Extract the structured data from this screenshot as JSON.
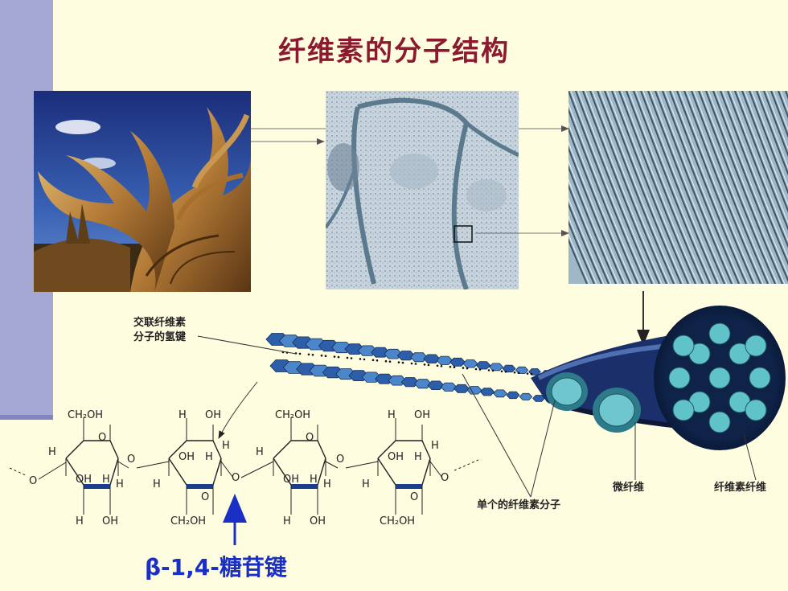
{
  "title": "纤维素的分子结构",
  "labels": {
    "hbond_line1": "交联纤维素",
    "hbond_line2": "分子的氢键",
    "single_molecule": "单个的纤维素分子",
    "microfibril": "微纤维",
    "cellulose_fiber": "纤维素纤维",
    "glycosidic_bond": "β-1,4-糖苷键"
  },
  "structure": {
    "ch2oh": "CH₂OH",
    "oh": "OH",
    "h": "H",
    "o": "O"
  },
  "colors": {
    "background": "#fffde0",
    "title": "#8b1a2e",
    "bond_label": "#1a2fc4",
    "sidebar": "#a6a8d4"
  }
}
